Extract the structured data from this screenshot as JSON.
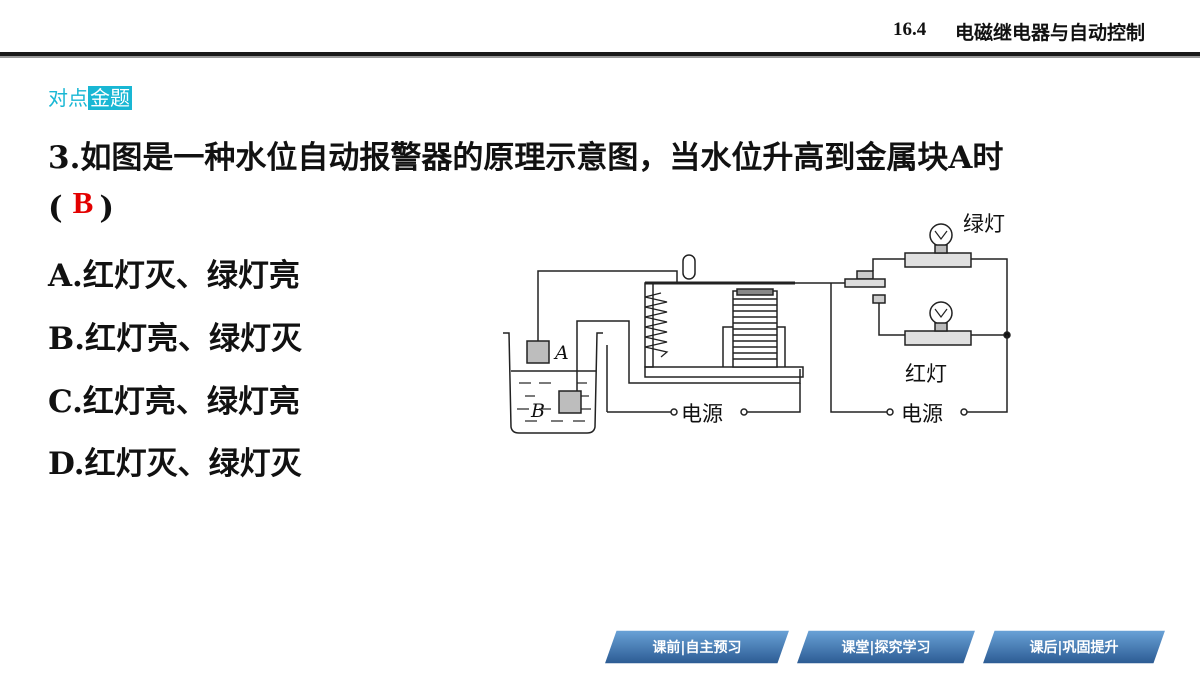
{
  "header": {
    "section_number": "16.4",
    "section_title": "电磁继电器与自动控制"
  },
  "tag": {
    "part1": "对点",
    "part2": "金题"
  },
  "question": {
    "text": "3.如图是一种水位自动报警器的原理示意图，当水位升高到金属块A时",
    "answer_open": "(",
    "answer": "B",
    "answer_close": ")"
  },
  "options": [
    {
      "label": "A.红灯灭、绿灯亮"
    },
    {
      "label": "B.红灯亮、绿灯灭"
    },
    {
      "label": "C.红灯亮、绿灯亮"
    },
    {
      "label": "D.红灯灭、绿灯灭"
    }
  ],
  "diagram": {
    "label_A": "A",
    "label_B": "B",
    "power_left": "电源",
    "power_right": "电源",
    "green_lamp": "绿灯",
    "red_lamp": "红灯"
  },
  "nav": {
    "btn1": "课前|自主预习",
    "btn2": "课堂|探究学习",
    "btn3": "课后|巩固提升"
  },
  "colors": {
    "accent": "#19b7d4",
    "answer": "#e30000",
    "nav": "#3b6fa8"
  }
}
